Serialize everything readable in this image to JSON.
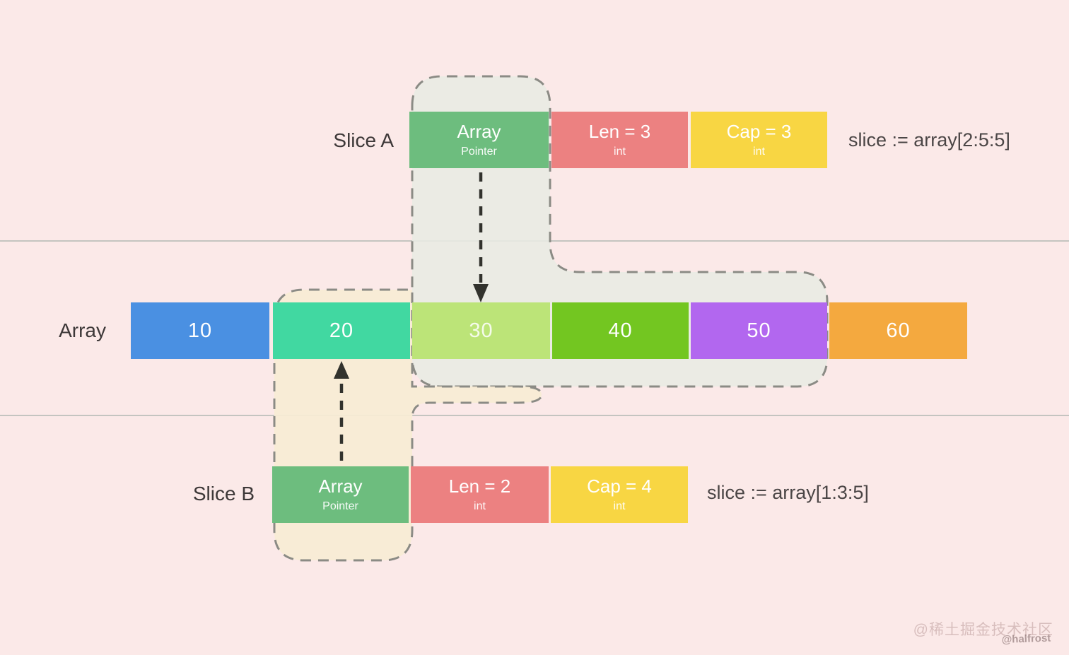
{
  "colors": {
    "background": "#fbe9e8",
    "divider": "#c4c4c0",
    "region_outline": "#8b8b85",
    "arrow": "#32322d",
    "slice_a_region_fill": "rgba(232,234,226,0.88)",
    "slice_b_region_fill": "rgba(248,236,212,0.93)",
    "pointer_green": "#6dbd7e",
    "len_red": "#ec8181",
    "cap_yellow": "#f8d643"
  },
  "array": {
    "label": "Array",
    "elements": [
      {
        "value": "10",
        "color": "#4a90e2"
      },
      {
        "value": "20",
        "color": "#41d8a1"
      },
      {
        "value": "30",
        "color": "#bce478"
      },
      {
        "value": "40",
        "color": "#73c621"
      },
      {
        "value": "50",
        "color": "#b267ef"
      },
      {
        "value": "60",
        "color": "#f4a93f"
      }
    ]
  },
  "slice_a": {
    "label": "Slice A",
    "code": "slice := array[2:5:5]",
    "fields": [
      {
        "title": "Array",
        "subtitle": "Pointer",
        "color": "#6dbd7e"
      },
      {
        "title": "Len = 3",
        "subtitle": "int",
        "color": "#ec8181"
      },
      {
        "title": "Cap = 3",
        "subtitle": "int",
        "color": "#f8d643"
      }
    ]
  },
  "slice_b": {
    "label": "Slice B",
    "code": "slice := array[1:3:5]",
    "fields": [
      {
        "title": "Array",
        "subtitle": "Pointer",
        "color": "#6dbd7e"
      },
      {
        "title": "Len = 2",
        "subtitle": "int",
        "color": "#ec8181"
      },
      {
        "title": "Cap = 4",
        "subtitle": "int",
        "color": "#f8d643"
      }
    ]
  },
  "watermark": {
    "community": "@稀土掘金技术社区",
    "author": "@halfrost"
  }
}
